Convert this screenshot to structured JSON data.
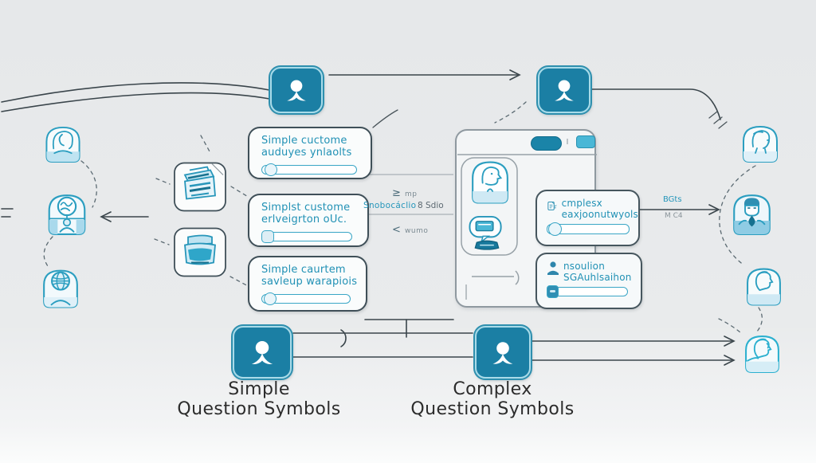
{
  "title": "Question symbols flow diagram",
  "colors": {
    "background": "#e8eaec",
    "teal_dark": "#1b7fa4",
    "teal": "#2b9ec0",
    "teal_light": "#b8e0ef",
    "text_teal": "#2191b5",
    "box_border": "#3f4f58",
    "line": "#3a454b",
    "label_text": "#2c2c2c"
  },
  "simple_boxes": [
    {
      "line1": "Simple cuctome",
      "line2": "auduyes ynlaolts"
    },
    {
      "line1": "Simplst custome",
      "line2": "erlveigrton oUc."
    },
    {
      "line1": "Simple caurtem",
      "line2": "savleup warapiois"
    }
  ],
  "complex_boxes": [
    {
      "line1": "cmplesx",
      "line2": "eaxjoonutwyols"
    },
    {
      "line1": "nsoulion",
      "line2": "SGAuhlsaihon"
    }
  ],
  "annotations": {
    "gt": "≥",
    "mp": "mp",
    "snob": "Snobocáclio",
    "sdio": "8 Sdio",
    "lt": "<",
    "wumo": "wumo",
    "bgts": "BGts",
    "mc4": "M C4"
  },
  "labels": {
    "simple": {
      "line1": "Simple",
      "line2": "Question Symbols"
    },
    "complex": {
      "line1": "Complex",
      "line2": "Question Symbols"
    }
  },
  "icons": {
    "top_left": "person-icon",
    "top_right": "person-icon",
    "bottom_left": "person-icon",
    "bottom_center": "person-icon",
    "left_column": [
      "woman-face-icon",
      "brain-person-icon",
      "globe-person-icon"
    ],
    "middle_left": [
      "printer-icon",
      "printer-icon"
    ],
    "right_column": [
      "man-face-icon",
      "mask-person-icon",
      "profile-face-icon",
      "profile-face-icon"
    ],
    "panel": [
      "pill-button",
      "teal-button",
      "man-profile-icon",
      "chat-computer-icon"
    ],
    "complex_box_icons": [
      "document-icon",
      "person-small-icon"
    ]
  }
}
